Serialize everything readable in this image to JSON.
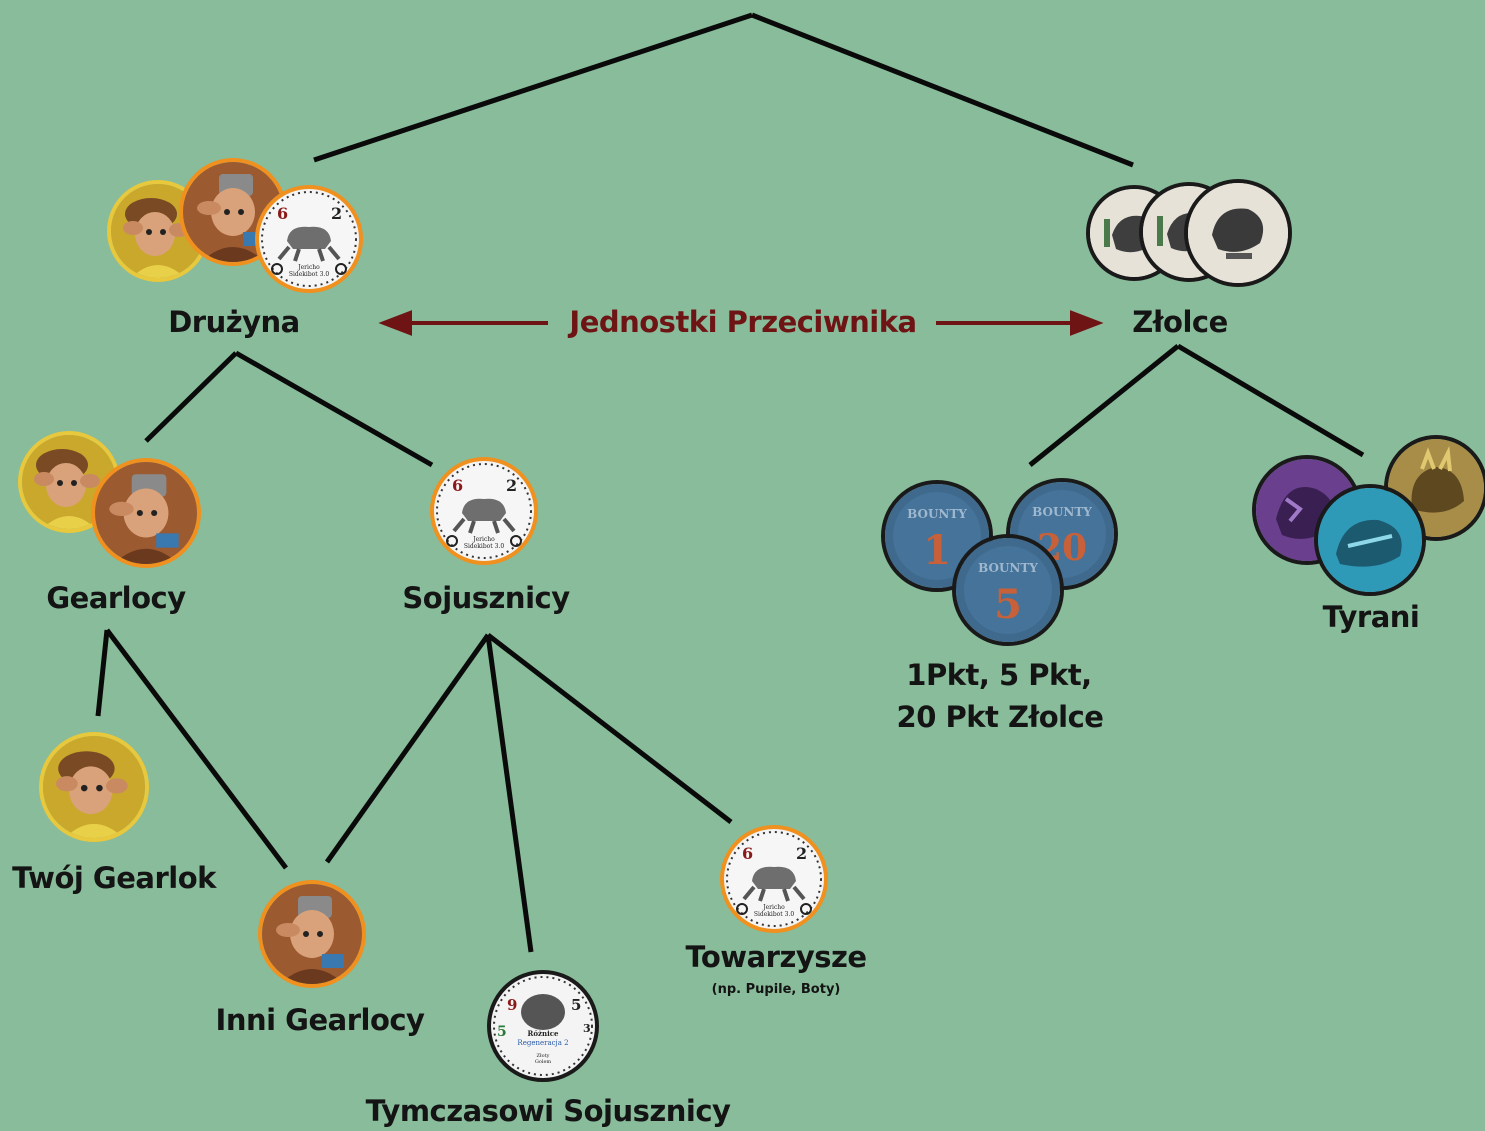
{
  "center_label": "Jednostki Przeciwnika",
  "nodes": {
    "druzyna": "Drużyna",
    "zlolce": "Złolce",
    "gearlocy": "Gearlocy",
    "sojusznicy": "Sojusznicy",
    "bounty_line1": "1Pkt, 5 Pkt,",
    "bounty_line2": "20 Pkt Złolce",
    "tyrani": "Tyrani",
    "twoj_gearlok": "Twój Gearlok",
    "inni_gearlocy": "Inni Gearlocy",
    "tymczasowi": "Tymczasowi Sojusznicy",
    "towarzysze": "Towarzysze",
    "towarzysze_note": "(np. Pupile, Boty)"
  },
  "tokens": {
    "bot_top_left": "6",
    "bot_top_right": "2",
    "bot_name_line1": "Jericho",
    "bot_name_line2": "Sidekibot 3.0",
    "golem_top_left": "9",
    "golem_top_right": "5",
    "golem_left": "5",
    "golem_right": "3",
    "golem_title": "Różnice",
    "golem_ability": "Regeneracja 2",
    "golem_name_line1": "Złoty",
    "golem_name_line2": "Golem",
    "bounty_brand": "BOUNTY",
    "bounty_1": "1",
    "bounty_5": "5",
    "bounty_20": "20"
  },
  "colors": {
    "background": "#88bc9a",
    "line": "#0a0a0a",
    "arrow": "#6e1414",
    "ring_yellow": "#e8c83c",
    "ring_orange": "#f0901e",
    "ring_dark": "#1a1a1a"
  }
}
